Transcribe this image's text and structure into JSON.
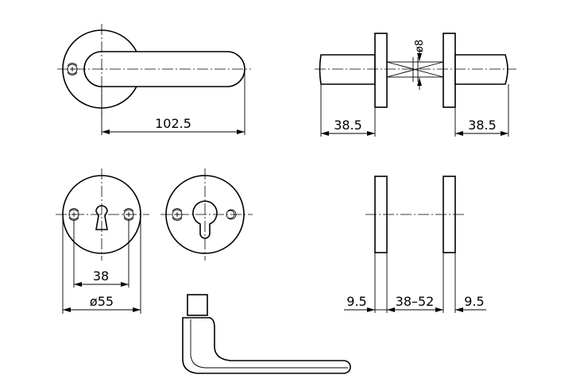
{
  "dimensions": {
    "lever_length": "102.5",
    "left_rose_projection": "38.5",
    "right_rose_projection": "38.5",
    "spindle": "ø8",
    "screw_spacing": "38",
    "rose_diameter": "ø55",
    "left_rose_thickness": "9.5",
    "door_thickness": "38–52",
    "right_rose_thickness": "9.5"
  }
}
